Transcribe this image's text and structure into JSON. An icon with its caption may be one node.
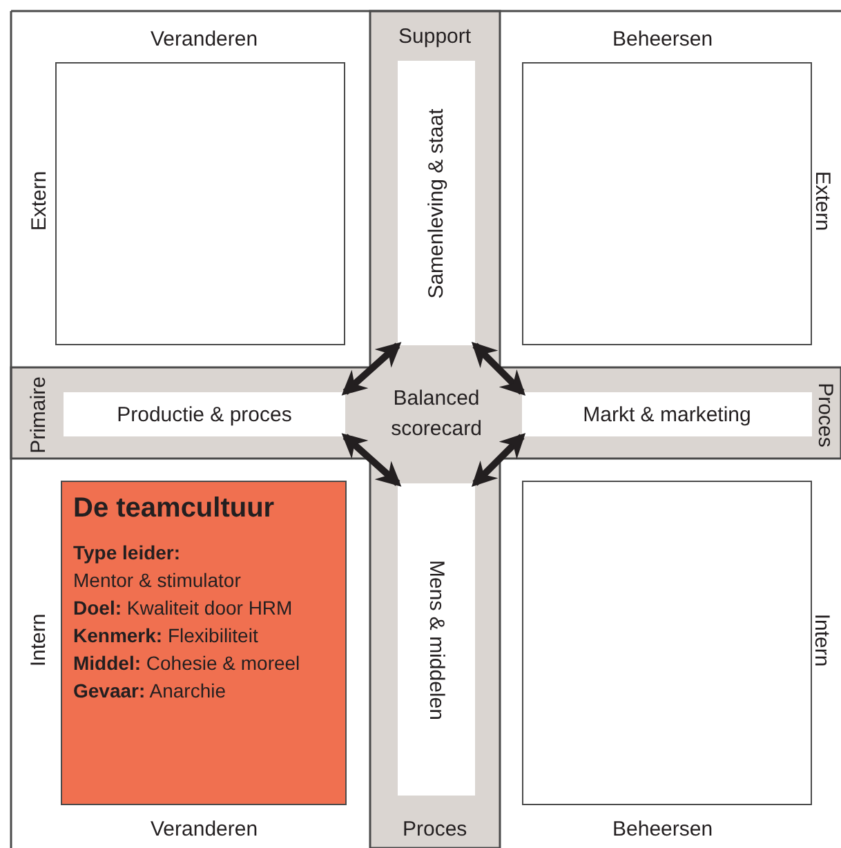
{
  "diagram": {
    "nodes": [
      {
        "text": [
          "Balanced scorecard"
        ]
      },
      {
        "text": [
          "Samenleving & staat"
        ]
      },
      {
        "text": [
          "Productie & proces"
        ]
      },
      {
        "text": [
          "Markt & marketing"
        ]
      },
      {
        "text": [
          "Mens & middelen"
        ]
      },
      {
        "text": [],
        "shape": "box"
      },
      {
        "text": [],
        "shape": "box"
      },
      {
        "text": [
          "De teamcultuur",
          "**Type leider:** Mentor & stimulator",
          "**Doel:** Kwaliteit door HRM",
          "**Kenmerk:** Flexibiliteit",
          "**Middel:** Cohesie & moreel",
          "**Gevaar:** Anarchie"
        ]
      },
      {
        "text": [],
        "shape": "box"
      }
    ],
    "edges": [
      {
        "from": 2,
        "to": 1,
        "arrow": "both"
      },
      {
        "from": 1,
        "to": 3,
        "arrow": "both"
      },
      {
        "from": 2,
        "to": 4,
        "arrow": "both"
      },
      {
        "from": 4,
        "to": 3,
        "arrow": "both"
      }
    ],
    "labels": [
      "Veranderen",
      "Support",
      "Beheersen",
      "Extern",
      "Extern",
      "Primaire",
      "Proces",
      "Intern",
      "Intern",
      "Veranderen",
      "Proces",
      "Beheersen"
    ]
  }
}
